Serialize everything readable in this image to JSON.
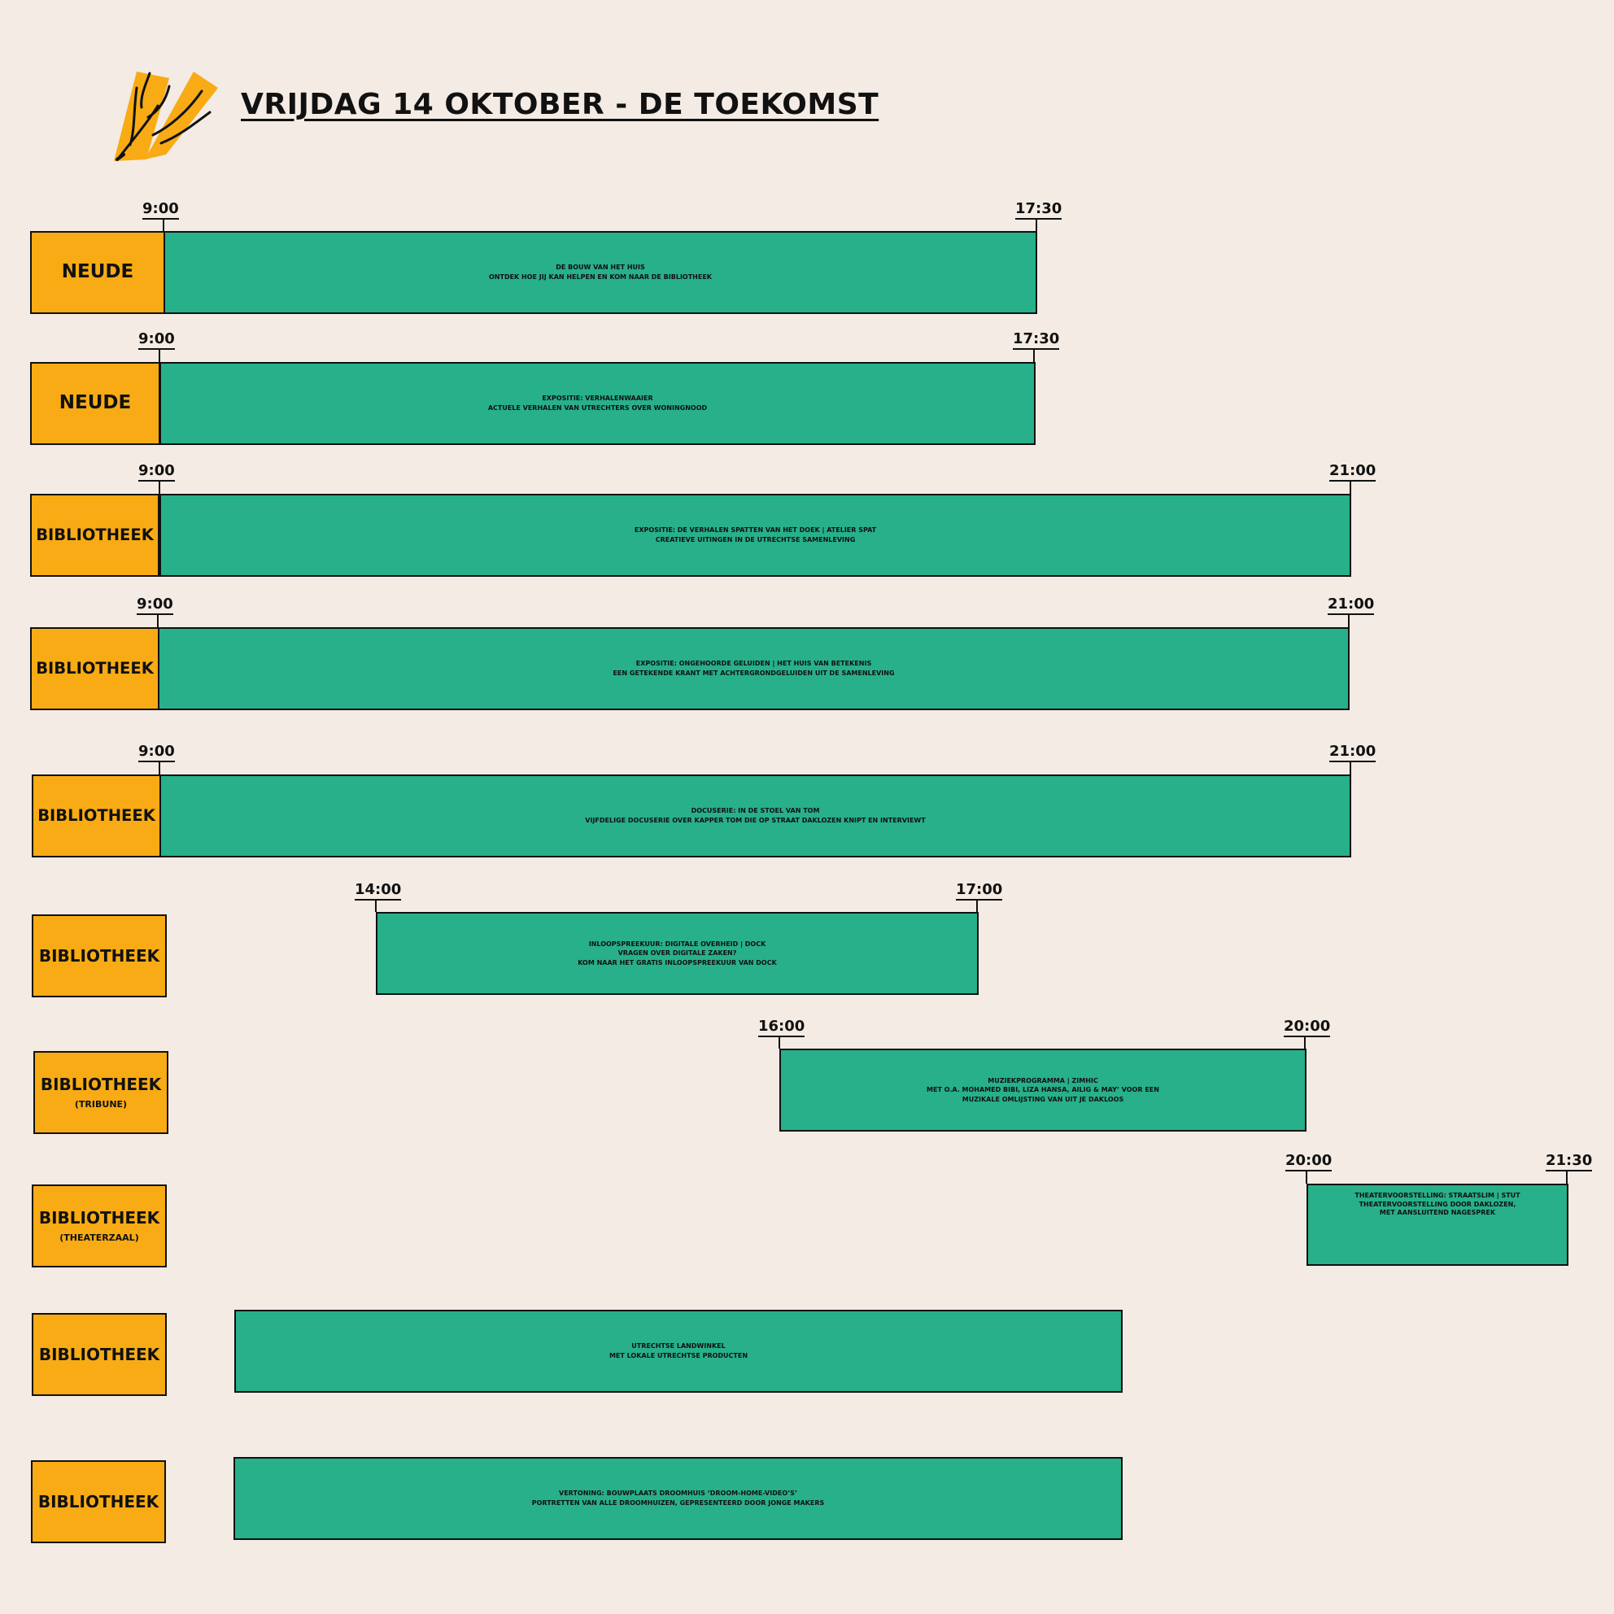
{
  "header": {
    "title": "VRIJDAG 14 OKTOBER - DE TOEKOMST",
    "logo_icon": "hands-icon",
    "logo_color": "#f8ab14"
  },
  "colors": {
    "background": "#f3ebe4",
    "location_fill": "#f8ab14",
    "event_fill": "#27b08a",
    "outline": "#111111"
  },
  "rows": [
    {
      "location": "NEUDE",
      "title": "DE BOUW VAN HET HUIS",
      "subtitle": "ONTDEK HOE JIJ KAN HELPEN EN KOM NAAR DE BIBLIOTHEEK",
      "start": "9:00",
      "end": "17:30"
    },
    {
      "location": "NEUDE",
      "title": "EXPOSITIE: VERHALENWAAIER",
      "subtitle": "ACTUELE VERHALEN VAN UTRECHTERS OVER WONINGNOOD",
      "start": "9:00",
      "end": "17:30"
    },
    {
      "location": "BIBLIOTHEEK",
      "title": "EXPOSITIE: DE VERHALEN SPATTEN VAN HET DOEK | ATELIER SPAT",
      "subtitle": "CREATIEVE UITINGEN IN DE UTRECHTSE SAMENLEVING",
      "start": "9:00",
      "end": "21:00"
    },
    {
      "location": "BIBLIOTHEEK",
      "title": "EXPOSITIE: ONGEHOORDE GELUIDEN | HET HUIS VAN BETEKENIS",
      "subtitle": "EEN GETEKENDE KRANT MET ACHTERGRONDGELUIDEN UIT DE SAMENLEVING",
      "start": "9:00",
      "end": "21:00"
    },
    {
      "location": "BIBLIOTHEEK",
      "title": "DOCUSERIE: IN DE STOEL VAN TOM",
      "subtitle": "VIJFDELIGE DOCUSERIE OVER KAPPER TOM DIE OP STRAAT DAKLOZEN KNIPT EN INTERVIEWT",
      "start": "9:00",
      "end": "21:00"
    },
    {
      "location": "BIBLIOTHEEK",
      "title": "INLOOPSPREEKUUR: DIGITALE OVERHEID | DOCK",
      "subtitle": "VRAGEN OVER DIGITALE ZAKEN?",
      "subtitle2": "KOM NAAR HET GRATIS INLOOPSPREEKUUR VAN DOCK",
      "start": "14:00",
      "end": "17:00"
    },
    {
      "location": "BIBLIOTHEEK",
      "location_sub": "(TRIBUNE)",
      "title": "MUZIEKPROGRAMMA | ZIMHIC",
      "subtitle": "MET O.A. MOHAMED BIBI, LIZA HANSA, AILIG & MAY’ VOOR EEN",
      "subtitle2": "MUZIKALE OMLIJSTING VAN UIT JE DAKLOOS",
      "start": "16:00",
      "end": "20:00"
    },
    {
      "location": "BIBLIOTHEEK",
      "location_sub": "(THEATERZAAL)",
      "title": "THEATERVOORSTELLING: STRAATSLIM | STUT",
      "subtitle": "THEATERVOORSTELLING DOOR DAKLOZEN,",
      "subtitle2": "MET AANSLUITEND NAGESPREK",
      "start": "20:00",
      "end": "21:30"
    },
    {
      "location": "BIBLIOTHEEK",
      "title": "UTRECHTSE LANDWINKEL",
      "subtitle": "MET LOKALE UTRECHTSE PRODUCTEN"
    },
    {
      "location": "BIBLIOTHEEK",
      "title": "VERTONING: BOUWPLAATS DROOMHUIS ‘DROOM-HOME-VIDEO’S’",
      "subtitle": "PORTRETTEN VAN ALLE DROOMHUIZEN, GEPRESENTEERD DOOR JONGE MAKERS"
    }
  ]
}
